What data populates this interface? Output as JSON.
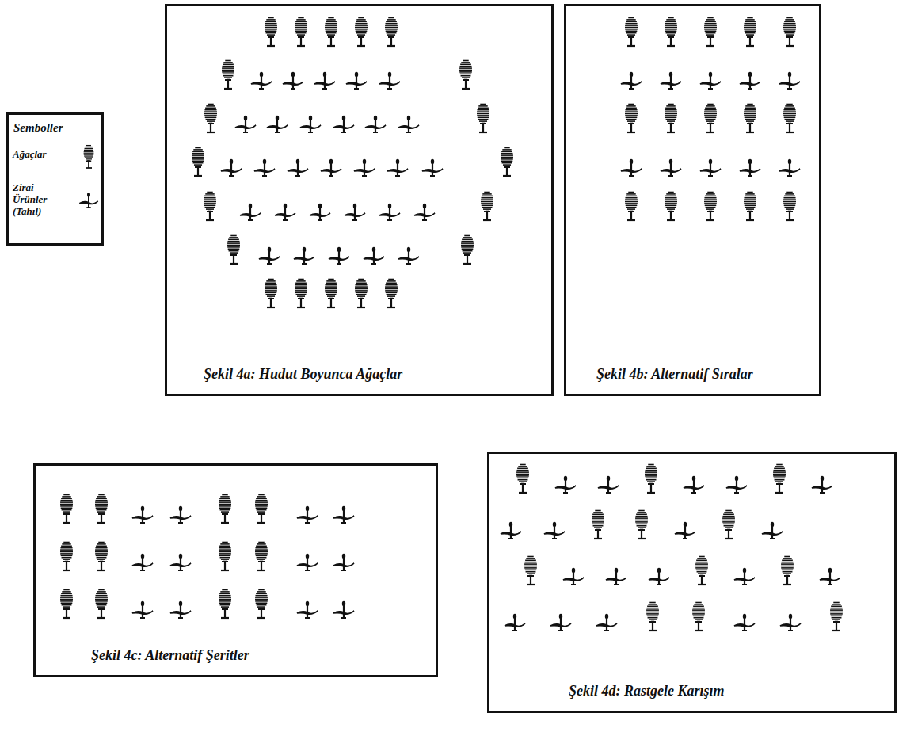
{
  "diagram": {
    "nodes": [
      {
        "text": [
          "Semboller"
        ]
      },
      {
        "text": [
          "Şekil 4a: Hudut Boyunca Ağaçlar"
        ]
      },
      {
        "text": [
          "Şekil 4b: Alternatif Sıralar"
        ]
      },
      {
        "text": [
          "Şekil 4c: Alternatif Şeritler"
        ]
      },
      {
        "text": [
          "Şekil 4d: Rastgele Karışım"
        ]
      }
    ],
    "legend": [
      {
        "text": "Ağaçlar"
      },
      {
        "text": "Zirai Ürünler (Tahıl)"
      }
    ]
  }
}
